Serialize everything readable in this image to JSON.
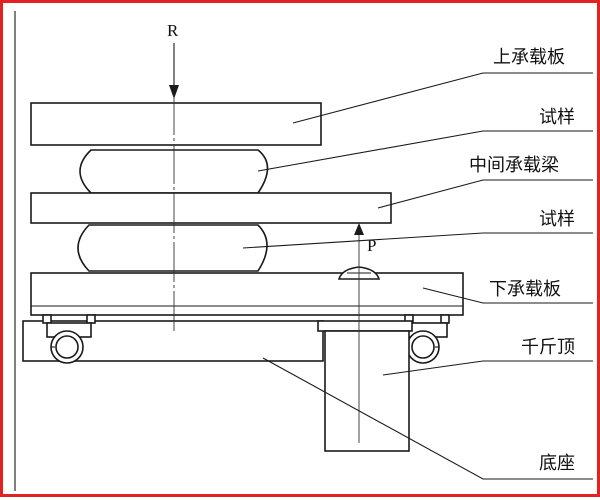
{
  "labels": {
    "upper_plate": "上承载板",
    "specimen_top": "试样",
    "middle_beam": "中间承载梁",
    "specimen_bottom": "试样",
    "lower_plate": "下承载板",
    "jack": "千斤顶",
    "base": "底座"
  },
  "symbols": {
    "load_r": "R",
    "load_p": "P"
  },
  "colors": {
    "frame_border": "#e32121",
    "line": "#1a1a1a",
    "background": "#ffffff"
  }
}
